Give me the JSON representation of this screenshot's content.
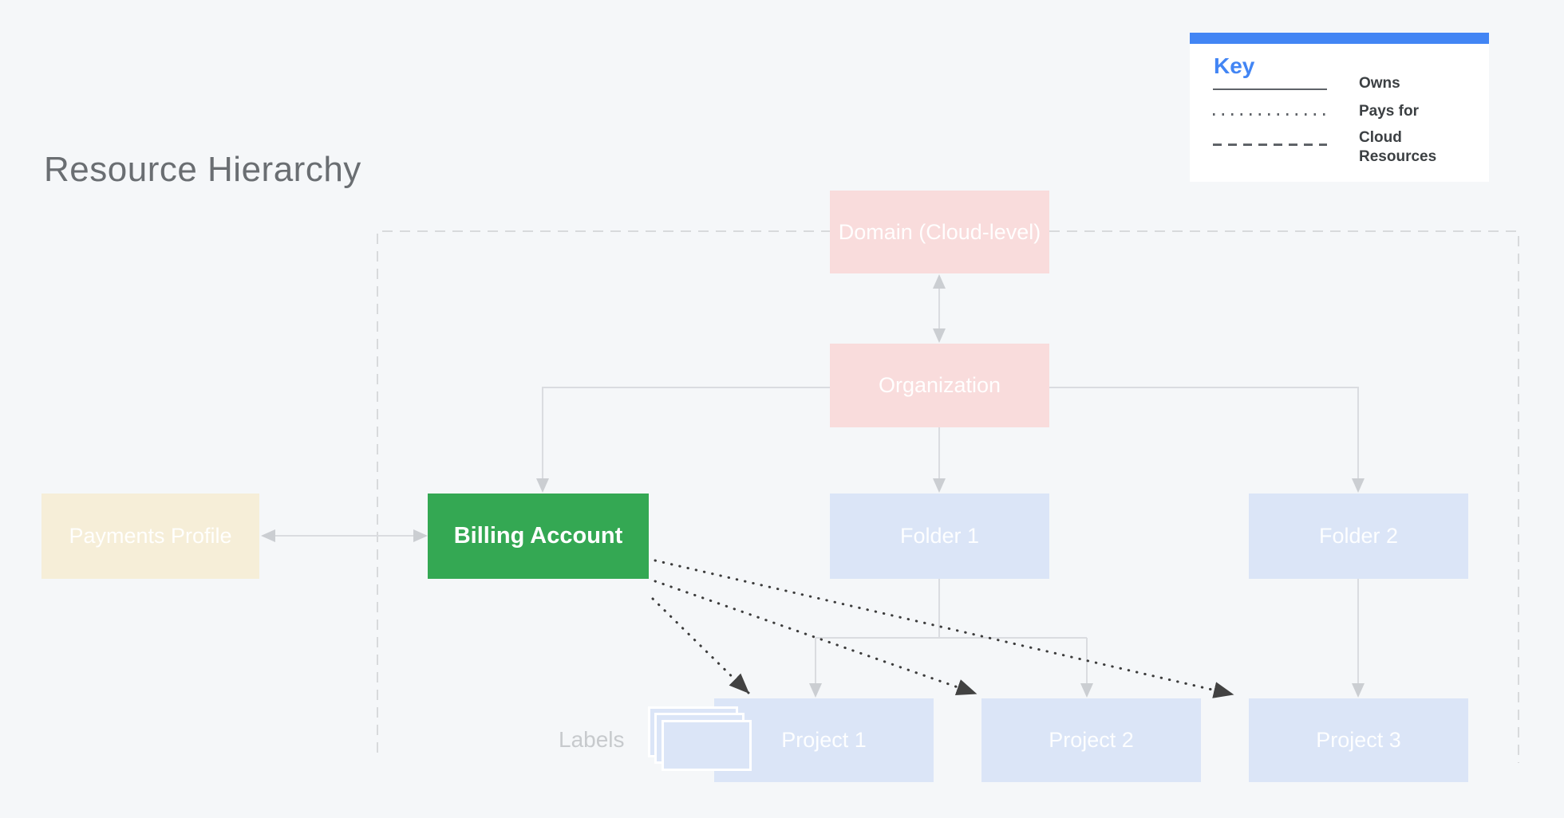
{
  "page": {
    "title": "Resource Hierarchy",
    "background_color": "#f5f7f9"
  },
  "legend": {
    "title": "Key",
    "accent_color": "#4285f4",
    "items": [
      {
        "line_style": "solid",
        "label": "Owns"
      },
      {
        "line_style": "dotted",
        "label": "Pays for"
      },
      {
        "line_style": "dashed",
        "label": "Cloud Resources"
      }
    ]
  },
  "nodes": [
    {
      "id": "domain",
      "label": "Domain (Cloud-level)",
      "color": "#f9dcdc"
    },
    {
      "id": "organization",
      "label": "Organization",
      "color": "#f9dcdc"
    },
    {
      "id": "payments-profile",
      "label": "Payments Profile",
      "color": "#f6eed8"
    },
    {
      "id": "billing-account",
      "label": "Billing Account",
      "color": "#34a853",
      "emphasized": true
    },
    {
      "id": "folder-1",
      "label": "Folder 1",
      "color": "#dbe5f7"
    },
    {
      "id": "folder-2",
      "label": "Folder 2",
      "color": "#dbe5f7"
    },
    {
      "id": "project-1",
      "label": "Project 1",
      "color": "#dbe5f7"
    },
    {
      "id": "project-2",
      "label": "Project 2",
      "color": "#dbe5f7"
    },
    {
      "id": "project-3",
      "label": "Project 3",
      "color": "#dbe5f7"
    }
  ],
  "captions": {
    "labels": "Labels"
  },
  "edges": [
    {
      "from": "domain",
      "to": "organization",
      "type": "owns",
      "bidirectional": true
    },
    {
      "from": "payments-profile",
      "to": "billing-account",
      "type": "owns",
      "bidirectional": true
    },
    {
      "from": "organization",
      "to": "billing-account",
      "type": "owns"
    },
    {
      "from": "organization",
      "to": "folder-1",
      "type": "owns"
    },
    {
      "from": "organization",
      "to": "folder-2",
      "type": "owns"
    },
    {
      "from": "folder-1",
      "to": "project-1",
      "type": "owns"
    },
    {
      "from": "folder-1",
      "to": "project-2",
      "type": "owns"
    },
    {
      "from": "folder-2",
      "to": "project-3",
      "type": "owns"
    },
    {
      "from": "billing-account",
      "to": "project-1",
      "type": "pays_for"
    },
    {
      "from": "billing-account",
      "to": "project-2",
      "type": "pays_for"
    },
    {
      "from": "billing-account",
      "to": "project-3",
      "type": "pays_for"
    }
  ],
  "boundary": {
    "style": "dashed",
    "meaning": "Cloud Resources"
  }
}
